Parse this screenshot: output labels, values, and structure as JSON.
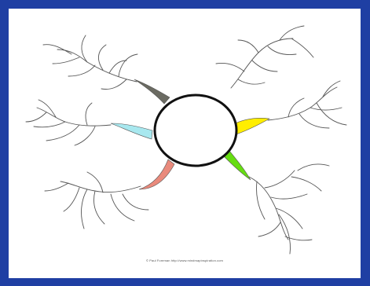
{
  "credit_text": "© Paul Foreman http://www.mindmapinspiration.com",
  "colors": {
    "frame": "#1f3fa3",
    "background": "#ffffff",
    "ink": "#555555",
    "center_outline": "#111111",
    "branch_top_left": "#6b6b62",
    "branch_left": "#a8e8ef",
    "branch_bottom_left": "#e98a7c",
    "branch_right": "#ffee00",
    "branch_bottom_right": "#66dd11"
  },
  "branches": [
    {
      "id": "top-left",
      "color_key": "branch_top_left"
    },
    {
      "id": "left",
      "color_key": "branch_left"
    },
    {
      "id": "bottom-left",
      "color_key": "branch_bottom_left"
    },
    {
      "id": "right",
      "color_key": "branch_right"
    },
    {
      "id": "bottom-right",
      "color_key": "branch_bottom_right"
    }
  ]
}
